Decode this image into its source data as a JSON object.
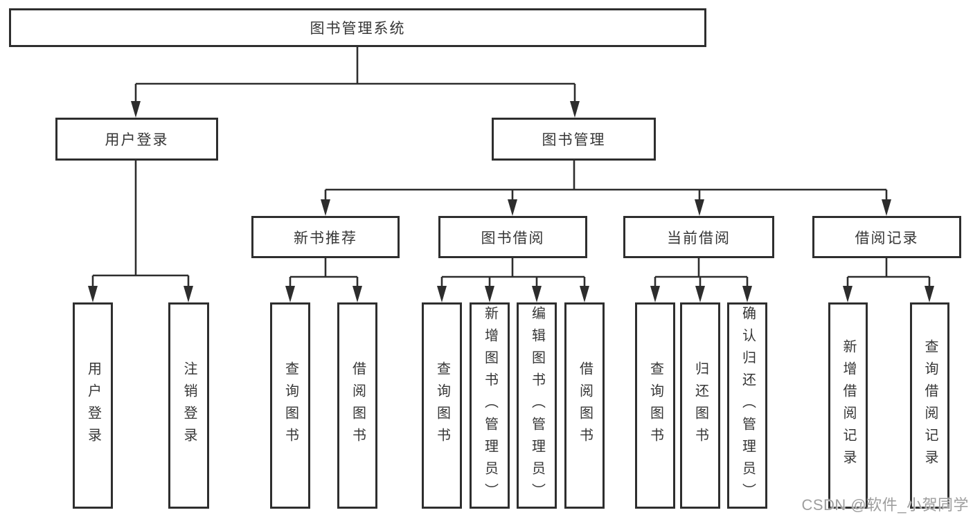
{
  "diagram": {
    "root": {
      "label": "图书管理系统"
    },
    "branches": [
      {
        "label": "用户登录",
        "leaves": [
          {
            "label": "用户登录"
          },
          {
            "label": "注销登录"
          }
        ]
      },
      {
        "label": "图书管理",
        "sections": [
          {
            "label": "新书推荐",
            "leaves": [
              {
                "label": "查询图书"
              },
              {
                "label": "借阅图书"
              }
            ]
          },
          {
            "label": "图书借阅",
            "leaves": [
              {
                "label": "查询图书"
              },
              {
                "label": "新增图书（管理员）"
              },
              {
                "label": "编辑图书（管理员）"
              },
              {
                "label": "借阅图书"
              }
            ]
          },
          {
            "label": "当前借阅",
            "leaves": [
              {
                "label": "查询图书"
              },
              {
                "label": "归还图书"
              },
              {
                "label": "确认归还（管理员）"
              }
            ]
          },
          {
            "label": "借阅记录",
            "leaves": [
              {
                "label": "新增借阅记录"
              },
              {
                "label": "查询借阅记录"
              }
            ]
          }
        ]
      }
    ]
  },
  "watermark": {
    "text": "CSDN @软件_小贺同学"
  },
  "colors": {
    "line": "#2d2d2d",
    "box_border": "#2e2e2e",
    "text": "#363636",
    "watermark": "#9e9e9e",
    "background": "#ffffff"
  }
}
